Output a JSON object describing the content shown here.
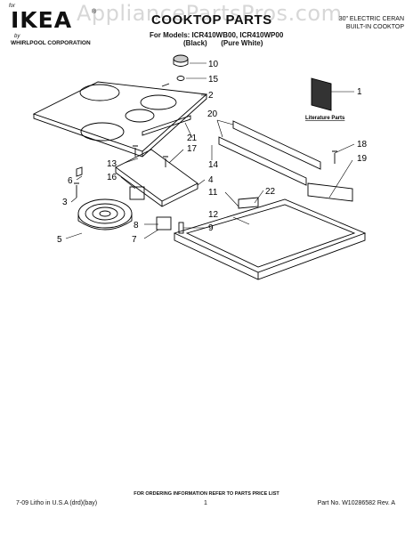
{
  "watermark": "AppliancePartsPros.com",
  "brand": {
    "for_text": "for",
    "logo_text": "IKEA",
    "registered_mark": "®",
    "by_text": "by",
    "corporation": "WHIRLPOOL CORPORATION"
  },
  "header": {
    "title": "COOKTOP PARTS",
    "models_line": "For Models: ICR410WB00, ICR410WP00",
    "variant_black": "(Black)",
    "variant_white": "(Pure White)",
    "product_line1": "30\" ELECTRIC CERAN",
    "product_line2": "BUILT-IN COOKTOP"
  },
  "literature_label": "Literature Parts",
  "callouts": [
    "1",
    "2",
    "3",
    "4",
    "5",
    "6",
    "7",
    "8",
    "9",
    "10",
    "11",
    "12",
    "13",
    "14",
    "15",
    "16",
    "17",
    "18",
    "19",
    "20",
    "21",
    "22"
  ],
  "footer": {
    "notice": "FOR ORDERING INFORMATION REFER TO PARTS PRICE LIST",
    "litho": "7-09 Litho in U.S.A (drd)(bay)",
    "page": "1",
    "part_no": "Part No. W10286582 Rev. A"
  }
}
